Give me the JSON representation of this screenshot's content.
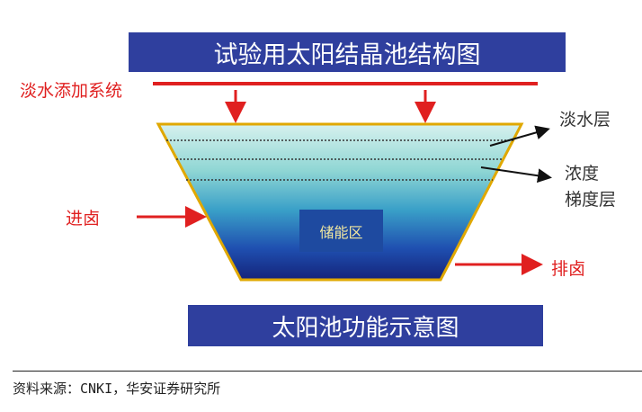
{
  "title_top": "试验用太阳结晶池结构图",
  "title_bottom": "太阳池功能示意图",
  "labels": {
    "freshwater_system": "淡水添加系统",
    "brine_in": "进卤",
    "brine_out": "排卤",
    "fresh_layer": "淡水层",
    "gradient_line1": "浓度",
    "gradient_line2": "梯度层",
    "storage_zone": "储能区"
  },
  "source": "资料来源：CNKI，华安证券研究所",
  "colors": {
    "title_bg": "#2f3f9e",
    "arrow_red": "#e02020",
    "pond_border": "#e0a800"
  }
}
